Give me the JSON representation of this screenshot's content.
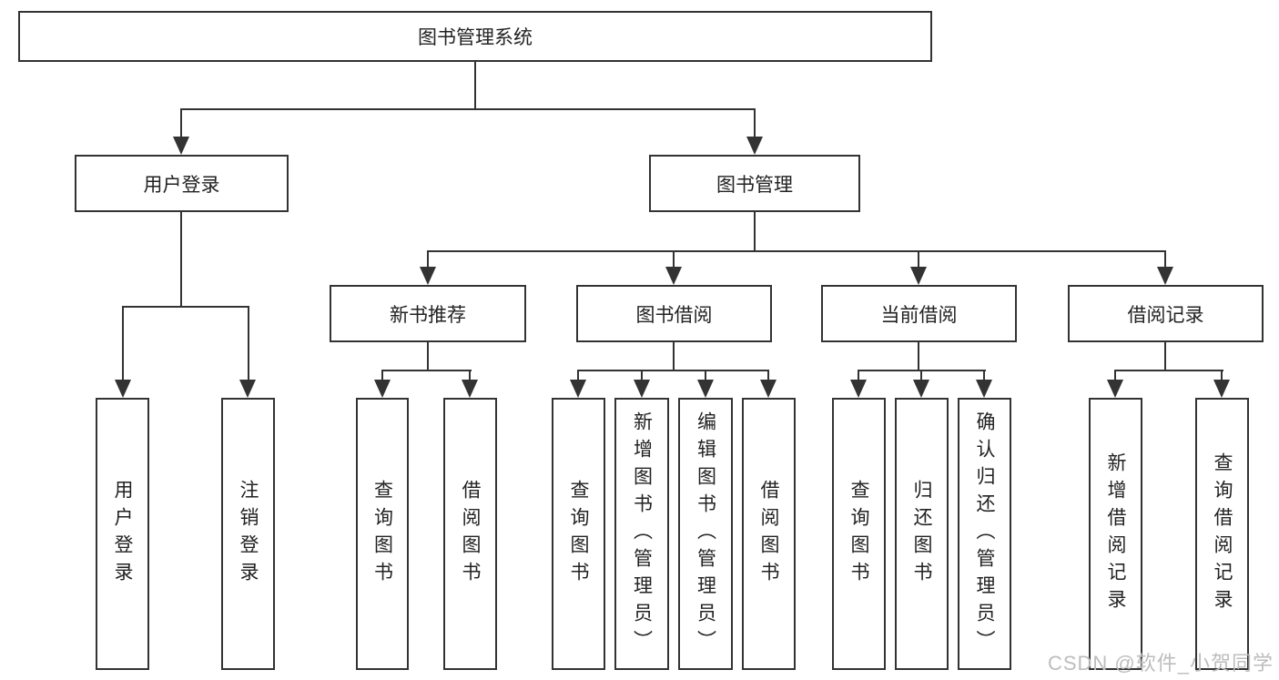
{
  "colors": {
    "line": "#333333",
    "text": "#222222",
    "watermark": "#bdbdbd",
    "background": "#ffffff"
  },
  "diagram": {
    "root": {
      "label": "图书管理系统"
    },
    "branches": [
      {
        "label": "用户登录",
        "children": [
          {
            "label": "用户登录"
          },
          {
            "label": "注销登录"
          }
        ]
      },
      {
        "label": "图书管理",
        "children": [
          {
            "label": "新书推荐",
            "children": [
              {
                "label": "查询图书"
              },
              {
                "label": "借阅图书"
              }
            ]
          },
          {
            "label": "图书借阅",
            "children": [
              {
                "label": "查询图书"
              },
              {
                "label": "新增图书（管理员）"
              },
              {
                "label": "编辑图书（管理员）"
              },
              {
                "label": "借阅图书"
              }
            ]
          },
          {
            "label": "当前借阅",
            "children": [
              {
                "label": "查询图书"
              },
              {
                "label": "归还图书"
              },
              {
                "label": "确认归还（管理员）"
              }
            ]
          },
          {
            "label": "借阅记录",
            "children": [
              {
                "label": "新增借阅记录"
              },
              {
                "label": "查询借阅记录"
              }
            ]
          }
        ]
      }
    ]
  },
  "watermark": {
    "text": "CSDN @软件_小贺同学"
  }
}
